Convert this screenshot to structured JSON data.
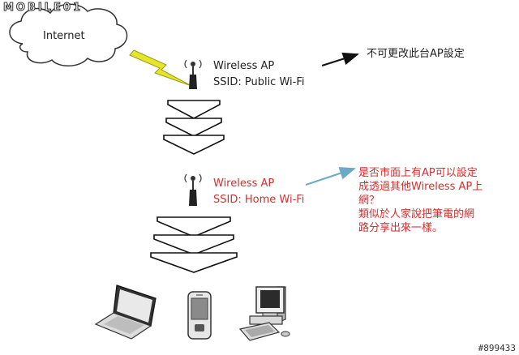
{
  "logo_text": "MOBILE01",
  "watermark": "#899433",
  "internet_label": "Internet",
  "ap1": {
    "name": "Wireless AP",
    "ssid": "SSID: Public Wi-Fi"
  },
  "ap2": {
    "name": "Wireless AP",
    "ssid": "SSID: Home Wi-Fi"
  },
  "note1": "不可更改此台AP設定",
  "note2_lines": [
    "是否市面上有AP可以設定",
    "成透過其他Wireless AP上",
    "網？",
    "類似於人家說把筆電的網",
    "路分享出來一樣。"
  ],
  "colors": {
    "red": "#d32f2f",
    "lightning": "#e6e629",
    "arrow_blue": "#6aa9c8",
    "text": "#222222"
  },
  "icons": [
    "cloud-icon",
    "lightning-icon",
    "antenna-icon",
    "signal-wave-icon",
    "laptop-icon",
    "phone-icon",
    "desktop-computer-icon"
  ]
}
